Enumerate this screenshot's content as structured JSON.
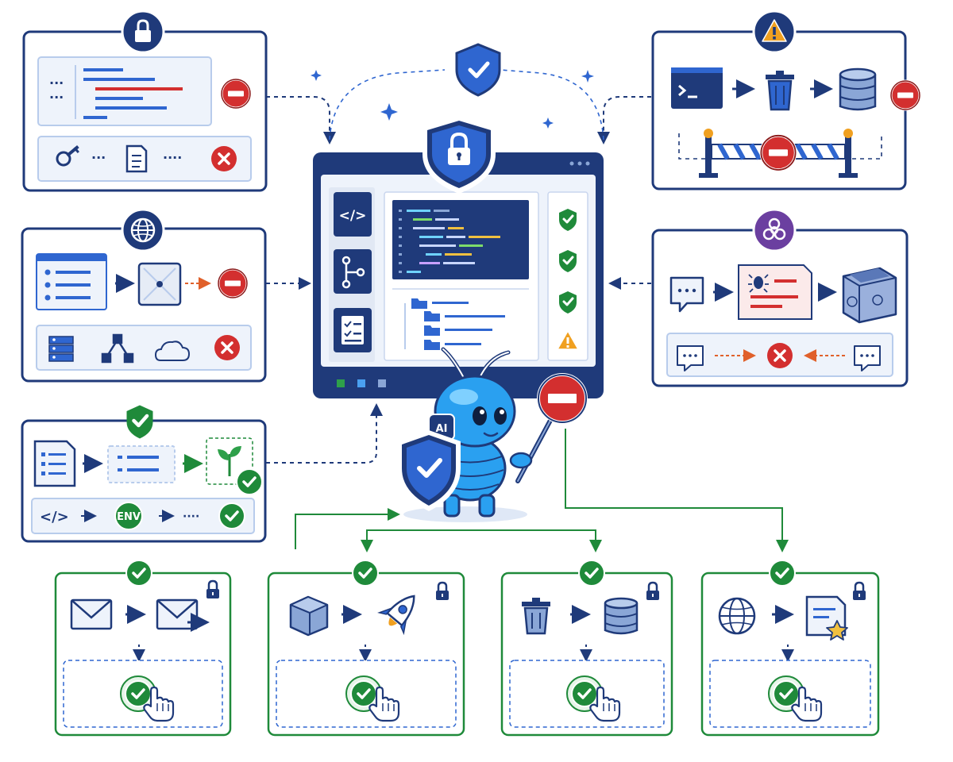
{
  "colors": {
    "navy": "#1f3a7a",
    "blue": "#2f66d0",
    "light_blue": "#b8ccec",
    "panel_fill": "#eef3fb",
    "green": "#1f8a3a",
    "green_light": "#e7f5e9",
    "red": "#d32f2f",
    "orange": "#f0a020",
    "purple": "#6b3fa0"
  },
  "center_window": {
    "sidebar_icons": [
      "code-icon",
      "git-branch-icon",
      "checklist-icon"
    ],
    "status_icons": [
      "check-icon",
      "check-icon",
      "check-icon",
      "warning-icon"
    ],
    "badge": "lock-shield-icon"
  },
  "mascot": {
    "chip_text": "AI",
    "holds": "stop-sign-icon"
  },
  "panels": {
    "secrets": {
      "badge": "lock-icon",
      "result": "blocked"
    },
    "destructive": {
      "badge": "warning-icon",
      "result": "blocked"
    },
    "network": {
      "badge": "globe-icon",
      "result": "blocked"
    },
    "malware": {
      "badge": "biohazard-icon",
      "result": "blocked"
    },
    "config": {
      "badge": "check-icon",
      "env_label": "ENV",
      "result": "allowed"
    }
  },
  "approval_cards": [
    {
      "from": "envelope-icon",
      "to": "send-mail-icon",
      "badge": "check-icon"
    },
    {
      "from": "cube-icon",
      "to": "rocket-icon",
      "badge": "check-icon"
    },
    {
      "from": "trash-icon",
      "to": "database-icon",
      "badge": "check-icon"
    },
    {
      "from": "globe-icon",
      "to": "document-star-icon",
      "badge": "check-icon"
    }
  ]
}
